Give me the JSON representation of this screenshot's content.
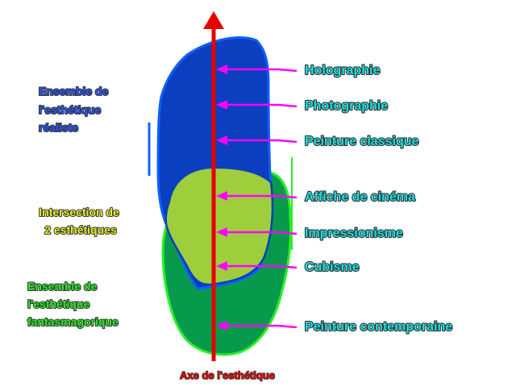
{
  "colors": {
    "realist_fill": "#0b3fbf",
    "realist_stroke": "#1060ff",
    "intersection_fill": "#9fce3c",
    "intersection_stroke": "#2c8d2c",
    "phantasmagoric_fill": "#089a4c",
    "phantasmagoric_stroke": "#28f028",
    "axis": "#e60000",
    "arrows": "#ff00ff",
    "label_cyan": "#18e0e0",
    "label_realist": "#2857ff",
    "label_intersection": "#e8f028",
    "label_phantasmagoric": "#28f028",
    "label_axis": "#e60000"
  },
  "sets": {
    "realist_label": [
      "Ensemble de",
      "l'esthétique",
      "réaliste"
    ],
    "intersection_label": [
      "Intersection de",
      "2 esthétiques"
    ],
    "phantasmagoric_label": [
      "Ensemble de",
      "l'esthétique",
      "fantasmagorique"
    ]
  },
  "axis": {
    "label": "Axe de l'esthétique"
  },
  "items": [
    {
      "label": "Holographie"
    },
    {
      "label": "Photographie"
    },
    {
      "label": "Peinture classique"
    },
    {
      "label": "Affiche de cinéma"
    },
    {
      "label": "Impressionisme"
    },
    {
      "label": "Cubisme"
    },
    {
      "label": "Peinture contemporaine"
    }
  ]
}
